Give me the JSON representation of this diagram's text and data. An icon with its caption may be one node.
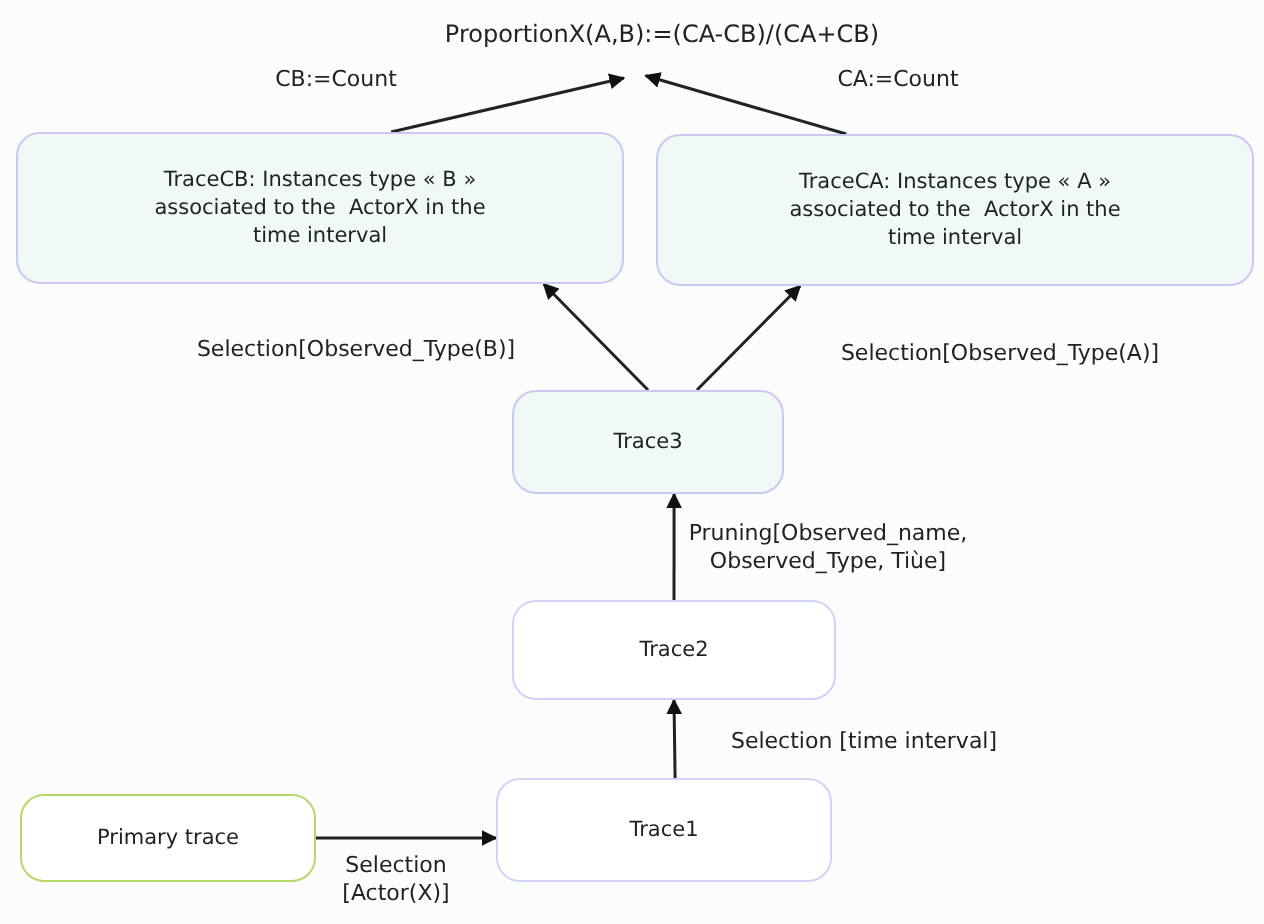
{
  "diagram": {
    "nodes": [
      {
        "text": [
          "ProportionX(A,B):=(CA-CB)/(CA+CB)"
        ]
      },
      {
        "text": [
          "TraceCB: Instances type « B » associated to the  ActorX in the time interval"
        ]
      },
      {
        "text": [
          "TraceCA: Instances type « A » associated to the  ActorX in the time interval"
        ]
      },
      {
        "text": [
          "Trace3"
        ]
      },
      {
        "text": [
          "Trace2"
        ]
      },
      {
        "text": [
          "Primary trace"
        ]
      },
      {
        "text": [
          "Trace1"
        ]
      }
    ],
    "edges": [
      {
        "from": 1,
        "to": 0,
        "arrow": "to",
        "label": "CB:=Count"
      },
      {
        "from": 2,
        "to": 0,
        "arrow": "to",
        "label": "CA:=Count"
      },
      {
        "from": 3,
        "to": 1,
        "arrow": "to",
        "label": "Selection[Observed_Type(B)]"
      },
      {
        "from": 3,
        "to": 2,
        "arrow": "to",
        "label": "Selection[Observed_Type(A)]"
      },
      {
        "from": 4,
        "to": 3,
        "arrow": "to",
        "label": "Pruning[Observed_name, Observed_Type, Tiùe]"
      },
      {
        "from": 6,
        "to": 4,
        "arrow": "to",
        "label": "Selection [time interval]"
      },
      {
        "from": 5,
        "to": 6,
        "arrow": "to",
        "label": "Selection [Actor(X)]"
      }
    ]
  }
}
